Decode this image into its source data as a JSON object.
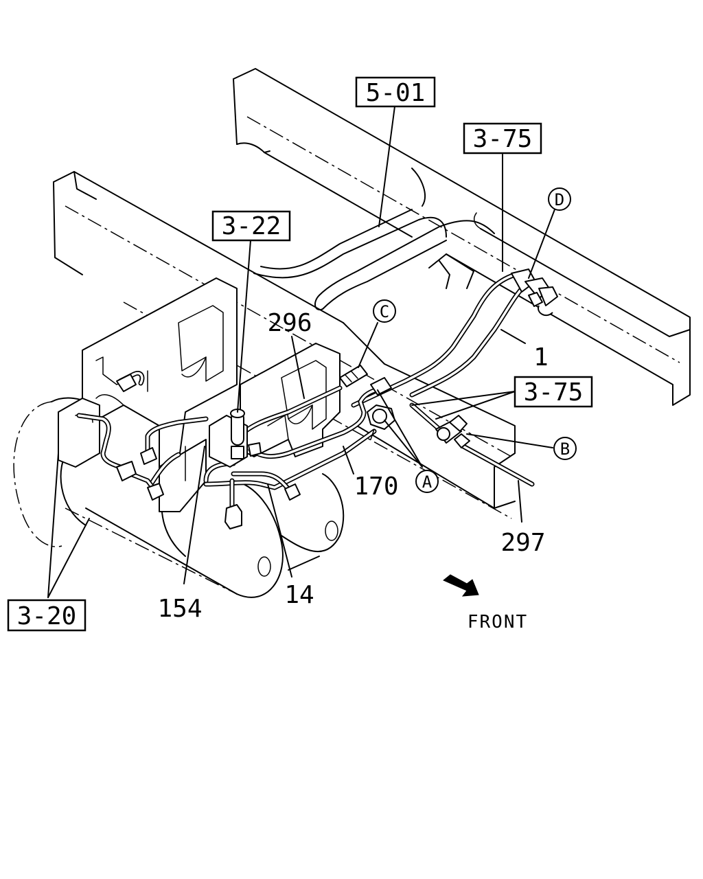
{
  "references": {
    "ref_5_01": "5-01",
    "ref_3_75_top": "3-75",
    "ref_3_22": "3-22",
    "ref_3_75_right": "3-75",
    "ref_3_20": "3-20"
  },
  "part_numbers": {
    "p296": "296",
    "p1": "1",
    "p170": "170",
    "p297": "297",
    "p154": "154",
    "p14": "14"
  },
  "callouts": {
    "a": "A",
    "b": "B",
    "c": "C",
    "d": "D"
  },
  "direction_label": "FRONT",
  "icons": {
    "front_arrow": "arrow-icon"
  }
}
